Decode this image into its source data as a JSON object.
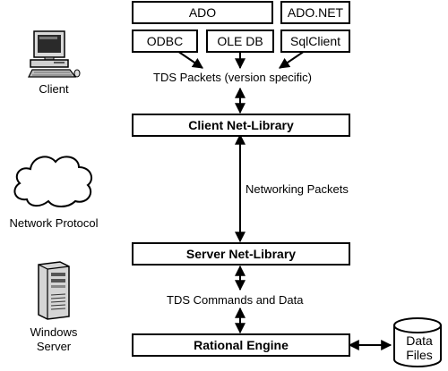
{
  "top_boxes": {
    "ado": "ADO",
    "ado_net": "ADO.NET",
    "odbc": "ODBC",
    "ole_db": "OLE DB",
    "sqlclient": "SqlClient"
  },
  "labels": {
    "tds_packets": "TDS Packets (version specific)",
    "networking_packets": "Networking Packets",
    "tds_commands": "TDS Commands and Data"
  },
  "layers": {
    "client_net_library": "Client  Net-Library",
    "server_net_library": "Server  Net-Library",
    "rational_engine": "Rational  Engine"
  },
  "side": {
    "client": "Client",
    "network_protocol": "Network Protocol",
    "windows_server_line1": "Windows",
    "windows_server_line2": "Server"
  },
  "data_files": {
    "line1": "Data",
    "line2": "Files"
  },
  "icons": {
    "client": "computer-icon",
    "network": "cloud-icon",
    "server": "server-tower-icon",
    "data_files": "database-cylinder-icon"
  }
}
